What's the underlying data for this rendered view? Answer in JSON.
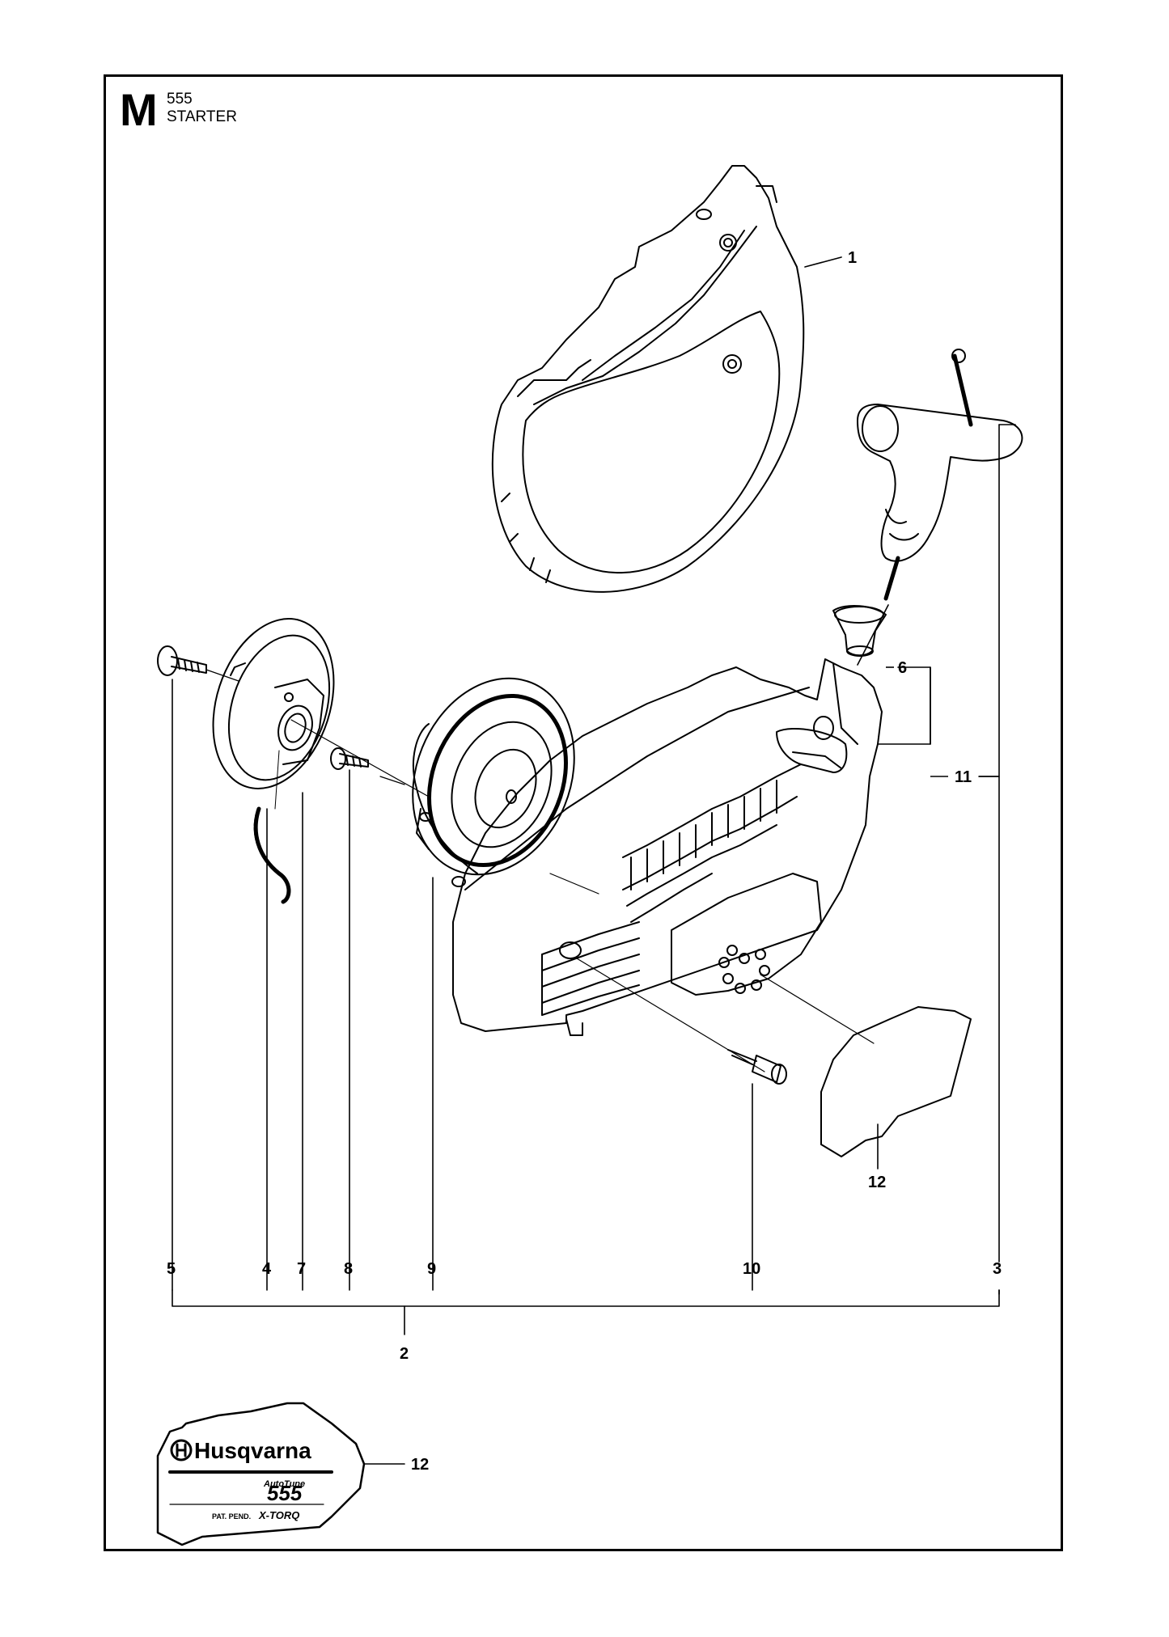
{
  "header": {
    "section_letter": "M",
    "model": "555",
    "title": "STARTER"
  },
  "callouts": {
    "c1": "1",
    "c2": "2",
    "c3": "3",
    "c4": "4",
    "c5": "5",
    "c6": "6",
    "c7": "7",
    "c8": "8",
    "c9": "9",
    "c10": "10",
    "c11": "11",
    "c12a": "12",
    "c12b": "12"
  },
  "decal": {
    "brand": "Husqvarna",
    "autotune": "AutoTune",
    "model": "555",
    "pat": "PAT. PEND.",
    "xtorq": "X-TORQ"
  }
}
